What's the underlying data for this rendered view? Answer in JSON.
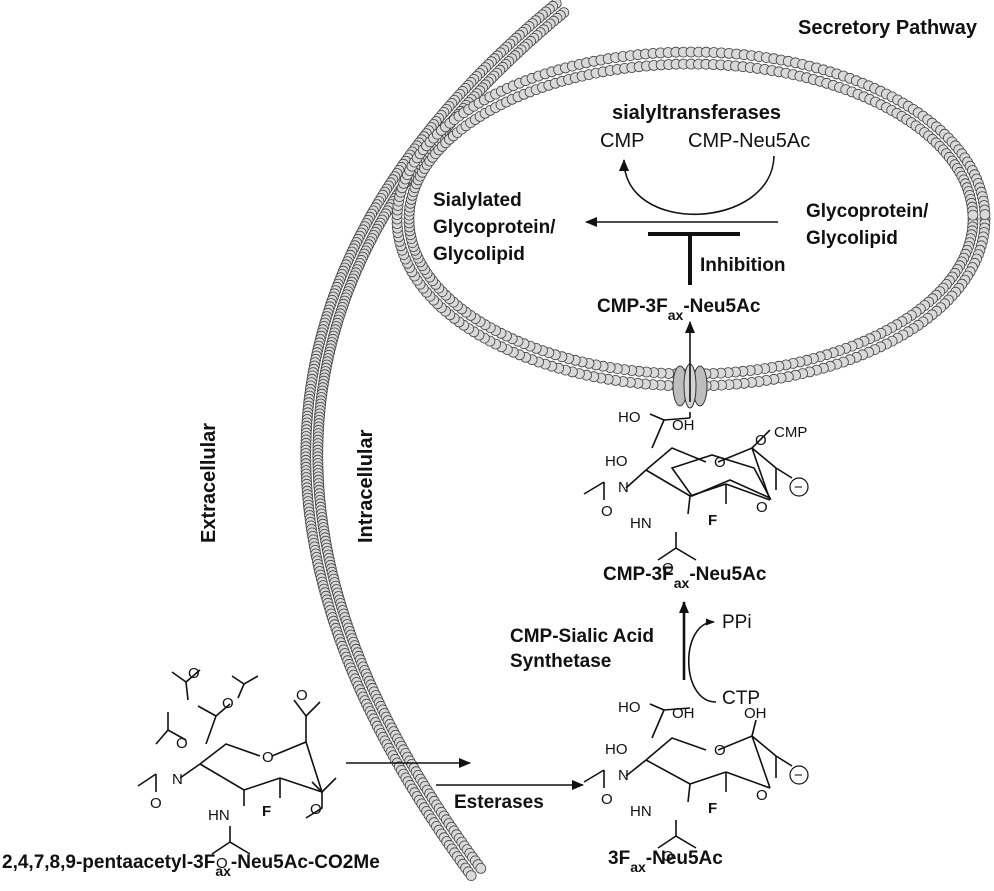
{
  "labels": {
    "secretory_pathway": "Secretory Pathway",
    "extracellular": "Extracellular",
    "intracellular": "Intracellular",
    "sialyltransferases": "sialyltransferases",
    "cmp": "CMP",
    "cmp_neu5ac": "CMP-Neu5Ac",
    "sialylated_l1": "Sialylated",
    "sialylated_l2": "Glycoprotein/",
    "sialylated_l3": "Glycolipid",
    "glycoprotein_l1": "Glycoprotein/",
    "glycoprotein_l2": "Glycolipid",
    "inhibition": "Inhibition",
    "golgi_cmp_prefix": "CMP-3F",
    "golgi_cmp_sub": "ax",
    "golgi_cmp_suffix": "-Neu5Ac",
    "cmp_product_prefix": "CMP-3F",
    "cmp_product_sub": "ax",
    "cmp_product_suffix": "-Neu5Ac",
    "synthetase_l1": "CMP-Sialic Acid",
    "synthetase_l2": "Synthetase",
    "ppi": "PPi",
    "ctp": "CTP",
    "esterases": "Esterases",
    "free_prefix": "3F",
    "free_sub": "ax",
    "free_suffix": "-Neu5Ac",
    "prodrug_prefix": "2,4,7,8,9-pentaacetyl-3F",
    "prodrug_sub": "ax",
    "prodrug_suffix": "-Neu5Ac-CO2Me"
  },
  "atoms": {
    "ho": "HO",
    "oh": "OH",
    "o": "O",
    "nh": "N",
    "hn": "HN",
    "f": "F",
    "ocmp": "O",
    "cmp_group": "CMP",
    "minus": "−"
  }
}
